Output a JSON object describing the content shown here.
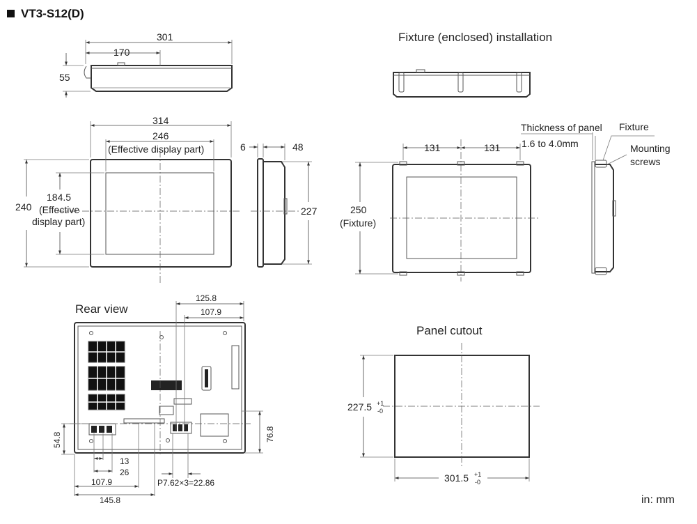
{
  "title": "VT3-S12(D)",
  "unit_note": "in: mm",
  "sections": {
    "fixture_install": "Fixture (enclosed) installation",
    "rear_view": "Rear view",
    "panel_cutout": "Panel cutout"
  },
  "top_view": {
    "width": "301",
    "offset": "170",
    "depth": "55"
  },
  "front_view": {
    "outer_width": "314",
    "display_width": "246",
    "display_width_note": "(Effective display part)",
    "outer_height": "240",
    "display_height": "184.5",
    "display_height_note_1": "(Effective",
    "display_height_note_2": "display part)"
  },
  "side_view": {
    "bezel": "6",
    "depth": "48",
    "height": "227"
  },
  "fixture_front": {
    "half_left": "131",
    "half_right": "131",
    "height": "250",
    "height_note": "(Fixture)"
  },
  "fixture_side": {
    "panel_label": "Thickness of panel",
    "panel_range": "1.6 to 4.0mm",
    "fixture_label": "Fixture",
    "screws_label_1": "Mounting",
    "screws_label_2": "screws"
  },
  "rear": {
    "d_125_8": "125.8",
    "d_107_9_top": "107.9",
    "d_54_8": "54.8",
    "d_76_8": "76.8",
    "d_13": "13",
    "d_26": "26",
    "d_107_9_bottom": "107.9",
    "d_145_8": "145.8",
    "pitch": "P7.62×3=22.86"
  },
  "cutout": {
    "height": "227.5",
    "height_tol_plus": "+1",
    "height_tol_minus": "-0",
    "width": "301.5",
    "width_tol_plus": "+1",
    "width_tol_minus": "-0"
  },
  "icons": {
    "title_bullet": "square-bullet-icon"
  }
}
